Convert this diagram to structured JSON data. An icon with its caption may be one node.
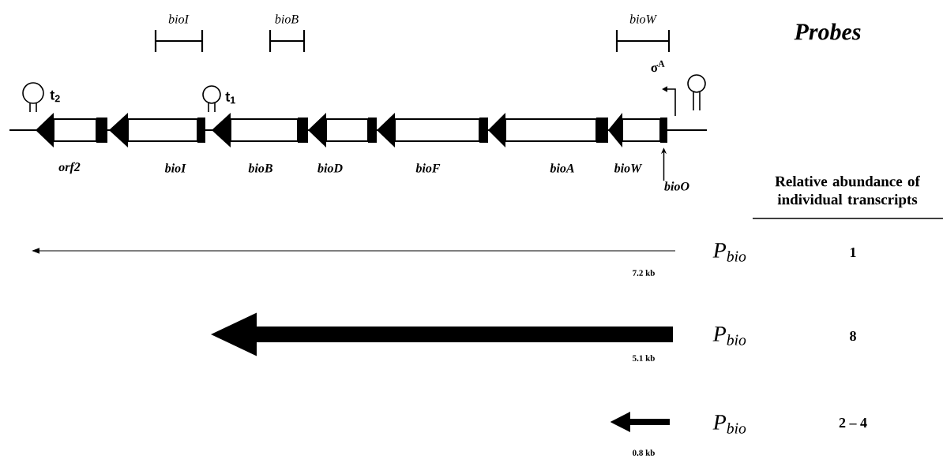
{
  "diagram": {
    "nodes": [
      {
        "text": [
          "bioO"
        ]
      },
      {
        "text": [],
        "shape": "bar"
      }
    ],
    "edges": [
      {
        "from": 0,
        "to": 1,
        "arrow": "to"
      }
    ],
    "labels": [
      "bioI",
      "bioB",
      "bioW",
      "Probes",
      "t$_{2}$",
      "t$_{1}$",
      "σ$^{A}$",
      "orf2",
      "bioI",
      "bioB",
      "bioD",
      "bioF",
      "bioA",
      "bioW",
      "Relative abundance of individual transcripts",
      "P$_{bio}$",
      "1",
      "7.2 kb",
      "P$_{bio}$",
      "8",
      "5.1 kb",
      "P$_{bio}$",
      "2 – 4",
      "0.8 kb"
    ]
  }
}
